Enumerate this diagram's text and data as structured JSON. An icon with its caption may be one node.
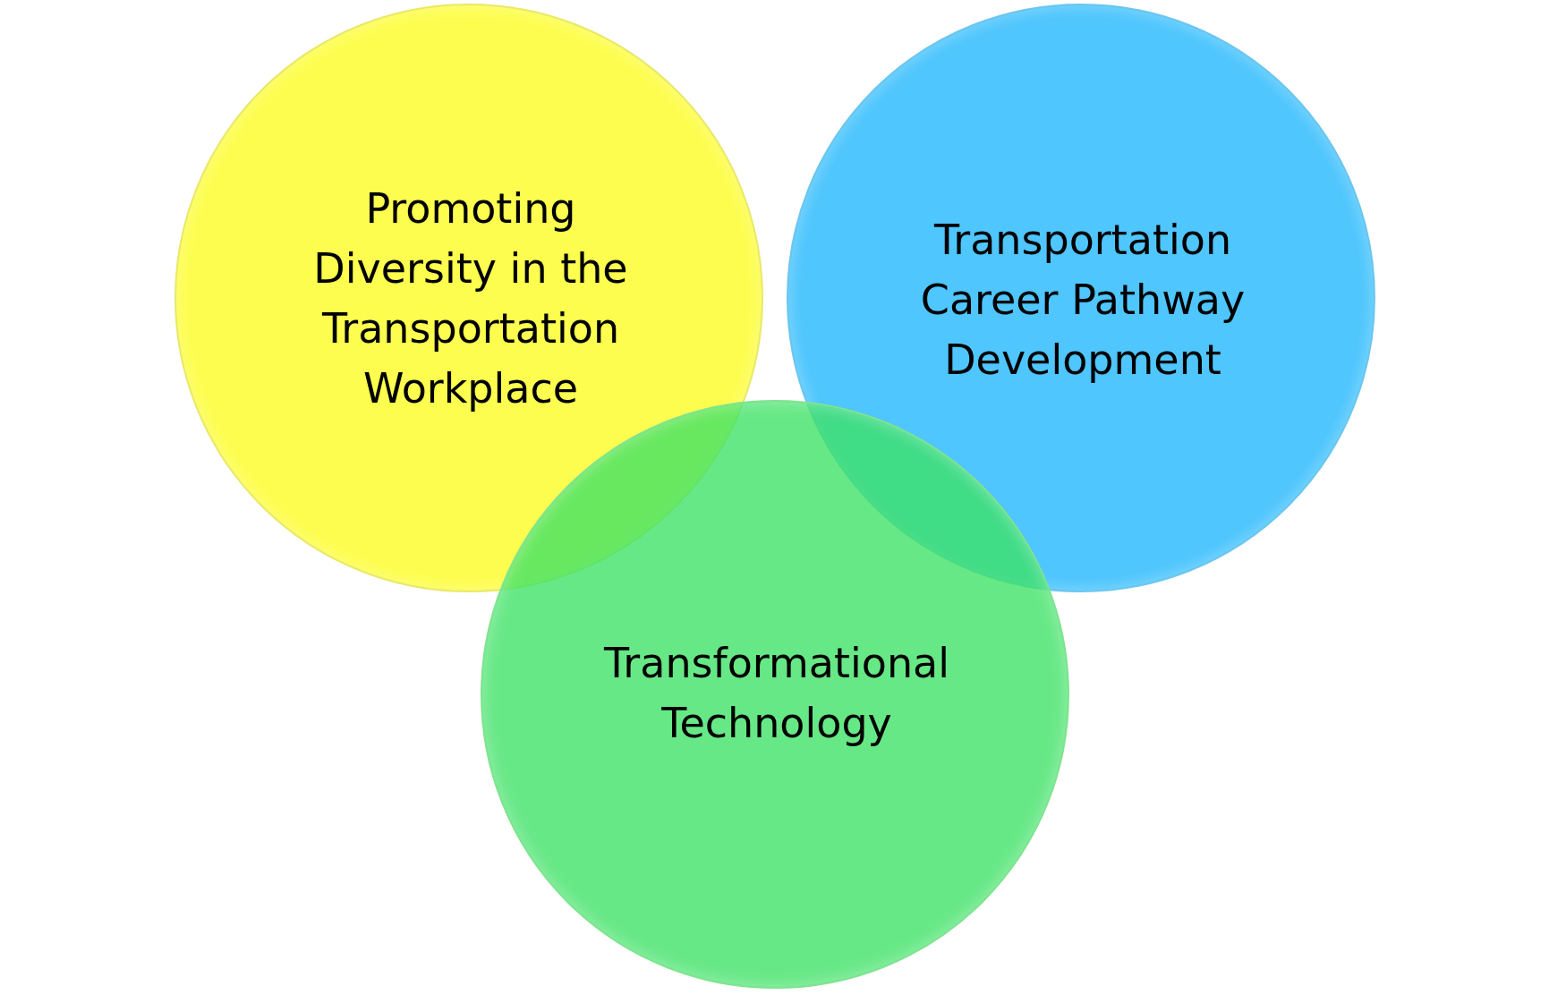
{
  "diagram": {
    "nodes": [
      {
        "text": [
          "Promoting Diversity in the Transportation Workplace"
        ]
      },
      {
        "text": [
          "Transportation Career Pathway Development"
        ]
      },
      {
        "text": [
          "Transformational Technology"
        ]
      }
    ],
    "edges": []
  }
}
